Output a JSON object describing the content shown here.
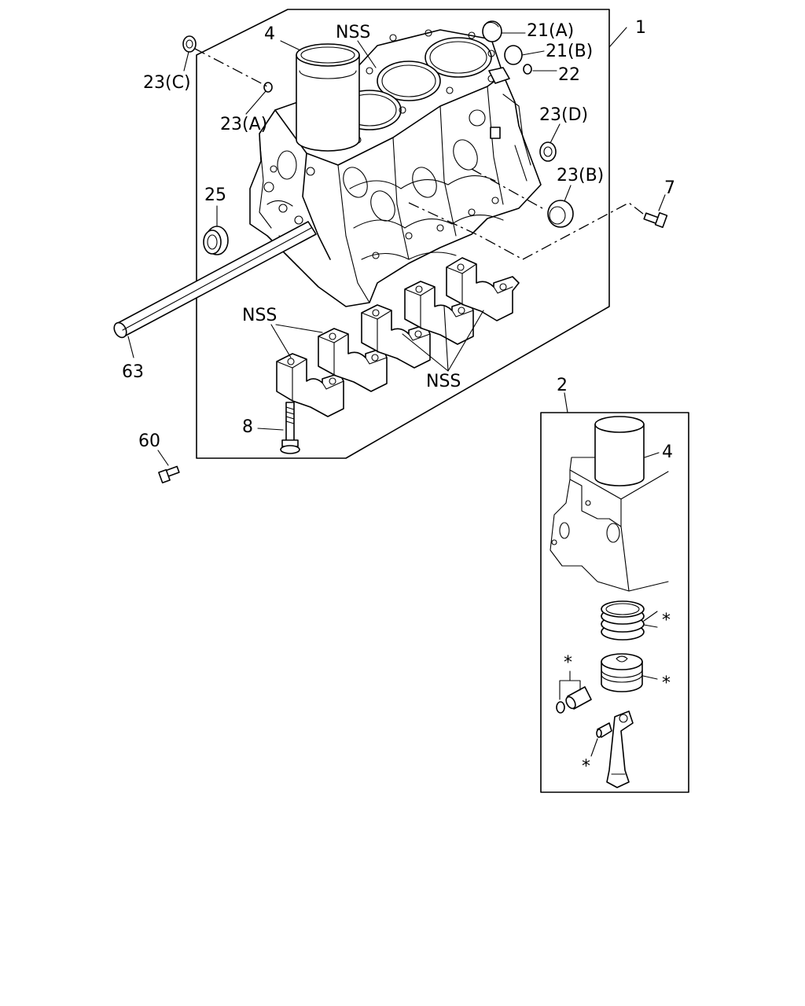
{
  "labels": {
    "item_1": "1",
    "item_2": "2",
    "item_4_block": "4",
    "item_4_kit": "4",
    "item_7": "7",
    "item_8": "8",
    "item_21a": "21(A)",
    "item_21b": "21(B)",
    "item_22": "22",
    "item_23a": "23(A)",
    "item_23b": "23(B)",
    "item_23c": "23(C)",
    "item_23d": "23(D)",
    "item_25": "25",
    "item_60": "60",
    "item_63": "63",
    "nss_top": "NSS",
    "nss_caps_left": "NSS",
    "nss_caps_right": "NSS",
    "star_rings": "*",
    "star_piston": "*",
    "star_pin": "*",
    "star_bushing": "*"
  }
}
